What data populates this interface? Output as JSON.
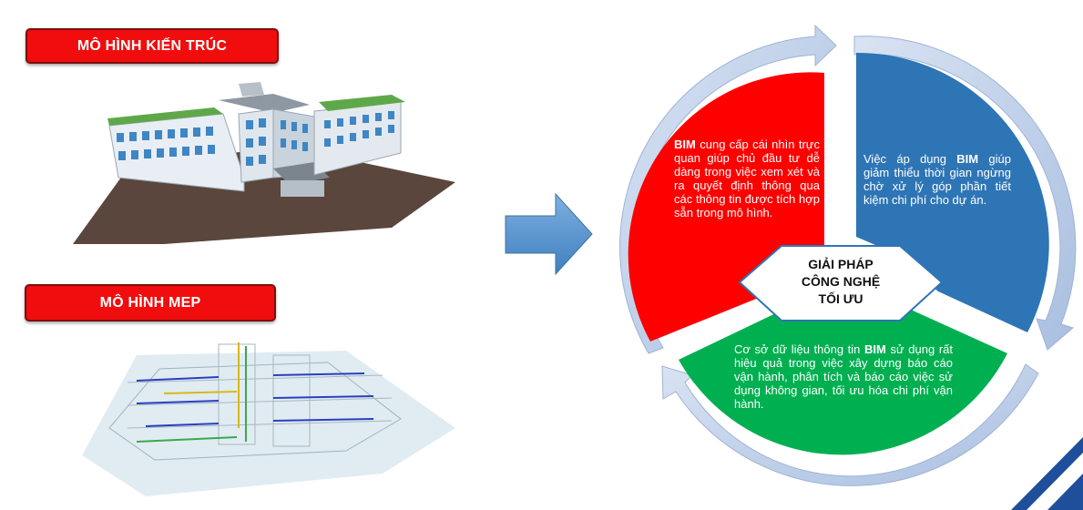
{
  "labels": {
    "architecture": "MÔ HÌNH KIẾN TRÚC",
    "mep": "MÔ HÌNH MEP"
  },
  "center": {
    "line1": "GIẢI PHÁP",
    "line2": "CÔNG NGHỆ",
    "line3": "TỐI ƯU"
  },
  "segments": {
    "red": {
      "bold": "BIM",
      "text": " cung cấp cái nhìn trực quan giúp chủ đầu tư dễ dàng trong việc xem xét và ra quyết định thông qua các thông tin được tích hợp sẵn trong mô hình."
    },
    "blue": {
      "pre": "Việc áp dụng ",
      "bold": "BIM",
      "text": " giúp giảm thiểu thời gian ngừng chờ xử lý góp phần tiết kiệm chi phí cho dự án."
    },
    "green": {
      "pre": "Cơ sở dữ liệu thông tin ",
      "bold": "BIM",
      "text": " sử dụng rất hiệu quả trong việc xây dựng báo cáo vận hành, phân tích và báo cáo việc sử dụng không gian, tối ưu hóa chi phí vận hành."
    }
  },
  "colors": {
    "red": "#fe0000",
    "blue": "#2e75b6",
    "green": "#00b050",
    "ring": "#c5d3ea",
    "arrow": "#5b9bd5",
    "corner": "#1f4e9b"
  }
}
